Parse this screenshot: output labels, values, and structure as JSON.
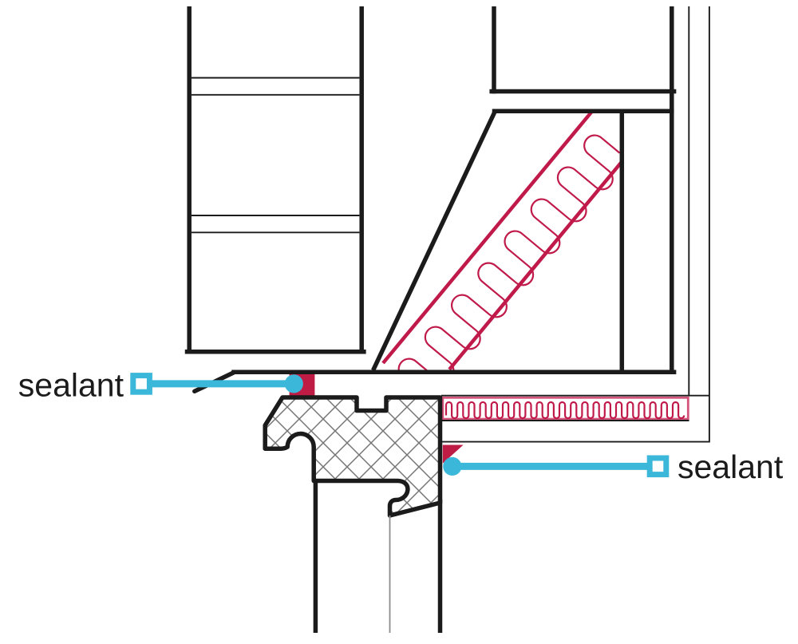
{
  "diagram": {
    "type": "construction-detail-section",
    "description": "Window sill / cladding junction detail with sealant callouts",
    "labels": {
      "left_sealant": "sealant",
      "right_sealant": "sealant"
    },
    "colors": {
      "line_black": "#1b1b1b",
      "detail_gray": "#8c8c8c",
      "hatch_gray": "#757575",
      "membrane_crimson": "#c01a4a",
      "membrane_pink": "#d4557c",
      "sealant_red": "#bf1c45",
      "callout_cyan": "#3bb7d9",
      "background": "#ffffff"
    }
  }
}
